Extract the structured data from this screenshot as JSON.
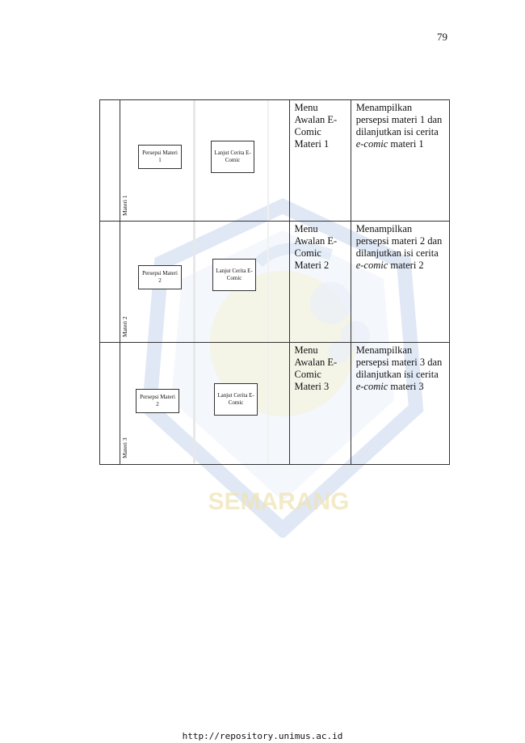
{
  "page_number": "79",
  "watermark_text": "SEMARANG",
  "rows": [
    {
      "screen_label": "Materi 1",
      "box_left": "Persepsi Materi 1",
      "box_right": "Lanjut Cerita E-Comic",
      "name": "Menu Awalan E-Comic Materi 1",
      "desc_pre": "Menampilkan persepsi materi 1 dan dilanjutkan isi cerita ",
      "desc_italic": "e-comic",
      "desc_post": " materi 1"
    },
    {
      "screen_label": "Materi 2",
      "box_left": "Persepsi Materi 2",
      "box_right": "Lanjut Cerita E-Comic",
      "name": "Menu Awalan E-Comic Materi 2",
      "desc_pre": "Menampilkan persepsi materi 2 dan dilanjutkan isi cerita ",
      "desc_italic": "e-comic",
      "desc_post": " materi 2"
    },
    {
      "screen_label": "Materi 3",
      "box_left": "Persepsi Materi 2",
      "box_right": "Lanjut Cerita E-Comic",
      "name": "Menu Awalan E-Comic Materi 3",
      "desc_pre": "Menampilkan persepsi materi 3 dan dilanjutkan isi cerita ",
      "desc_italic": "e-comic",
      "desc_post": " materi 3"
    }
  ],
  "footer_url": "http://repository.unimus.ac.id"
}
